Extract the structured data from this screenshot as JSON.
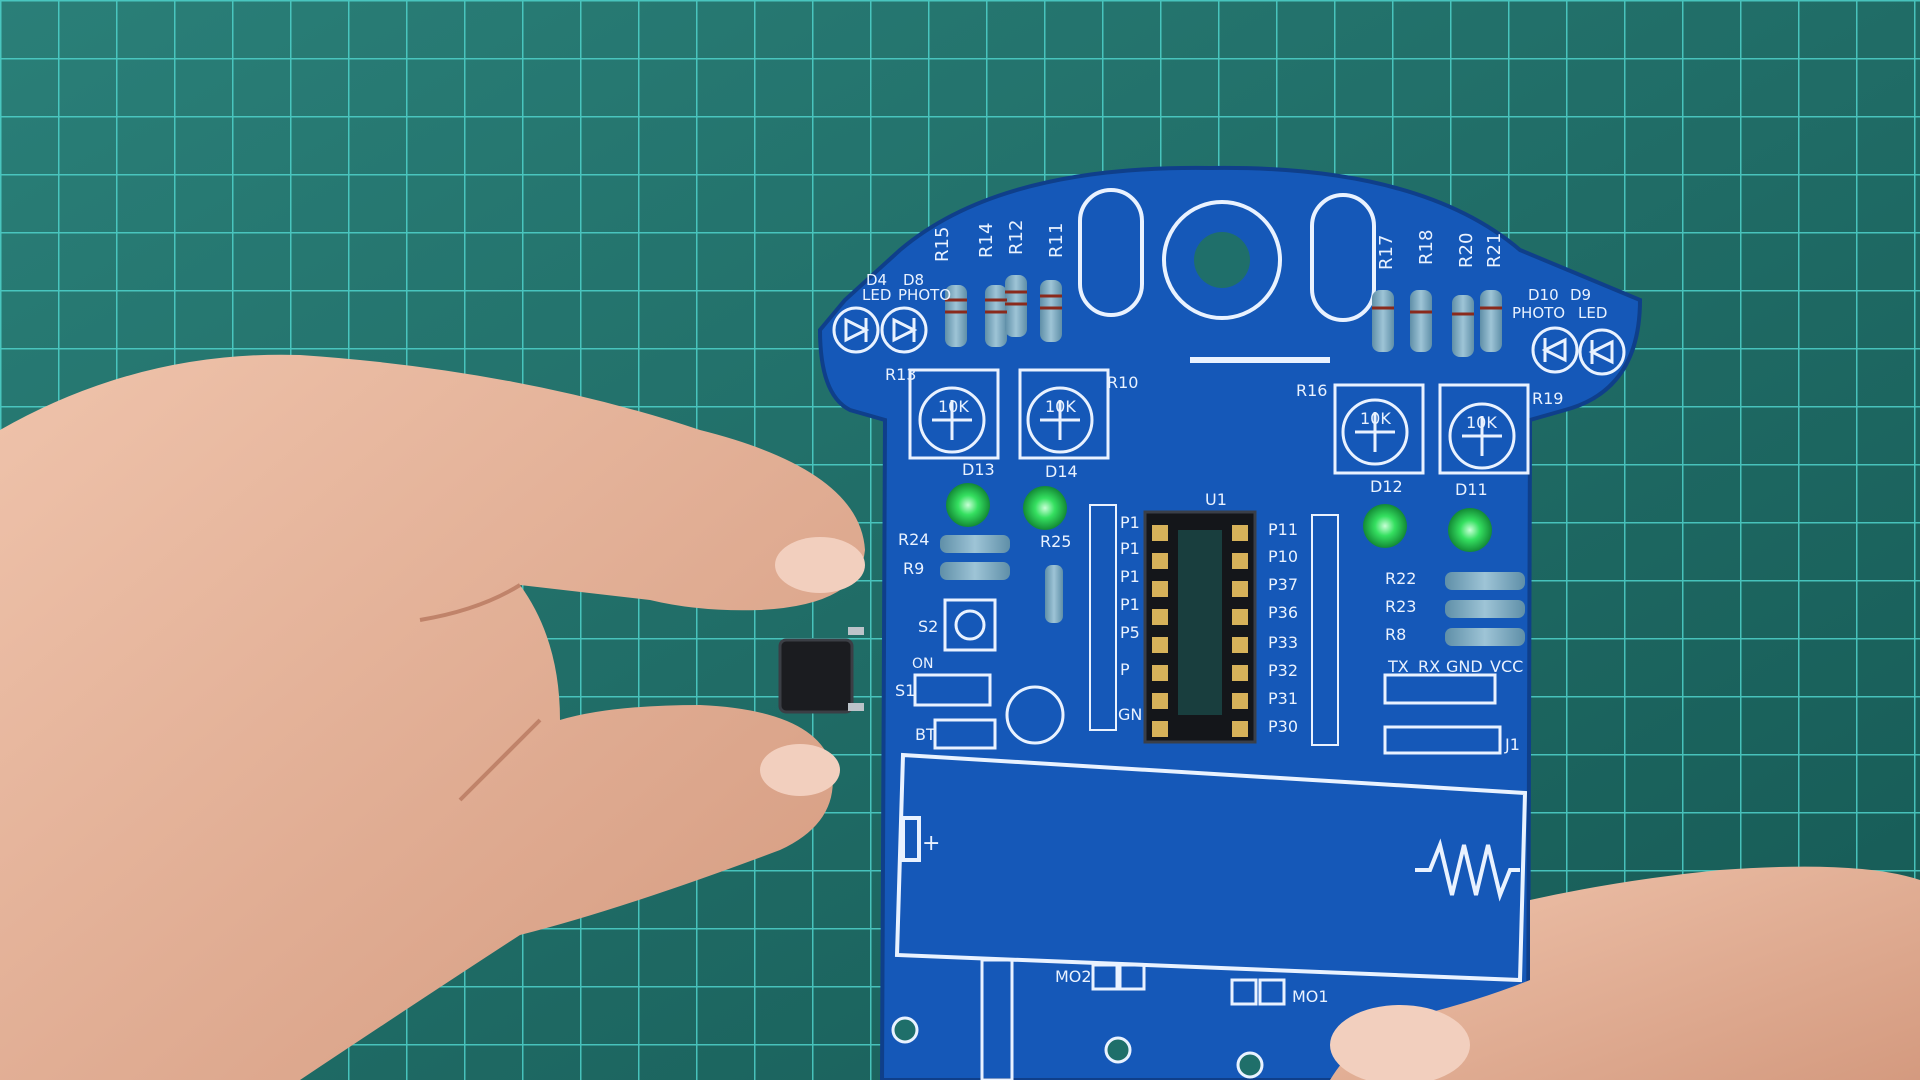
{
  "scene": {
    "subject": "robot car PCB kit with tactile push button",
    "colors": {
      "mat": "#1f6f6a",
      "mat_grid": "#4fd3cc",
      "pcb": "#1558b8",
      "pcb_dark": "#0f3f8a",
      "silkscreen": "#e9f2ff",
      "led_green": "#2fdc5a",
      "skin": "#e7b59c"
    }
  },
  "board": {
    "resistors_top_left": [
      "R15",
      "R14",
      "R12",
      "R11"
    ],
    "resistors_top_right": [
      "R17",
      "R18",
      "R20",
      "R21"
    ],
    "left_label_d4": "D4",
    "left_label_d8": "D8",
    "left_label_led": "LED",
    "left_label_photo": "PHOTO",
    "right_label_d10": "D10",
    "right_label_d9": "D9",
    "right_label_photo": "PHOTO",
    "right_label_led": "LED",
    "pot_value": "10K",
    "pot_labels": [
      "R13",
      "R10",
      "R16",
      "R19"
    ],
    "led_labels": [
      "D13",
      "D14",
      "D12",
      "D11"
    ],
    "ic_label": "U1",
    "left_resistors": [
      "R24",
      "R9"
    ],
    "r25_label": "R25",
    "right_resistors": [
      "R22",
      "R23",
      "R8"
    ],
    "pin_labels_right": [
      "P11",
      "P10",
      "P37",
      "P36",
      "P33",
      "P32",
      "P31",
      "P30"
    ],
    "pin_labels_left": [
      "P1",
      "P1",
      "P1",
      "P1",
      "P5",
      "P",
      "GN"
    ],
    "switch_s2": "S2",
    "switch_on": "ON",
    "switch_s1": "S1",
    "bt_label": "BT",
    "header_labels": [
      "TX",
      "RX",
      "GND",
      "VCC"
    ],
    "header_label_j": "J1",
    "battery_plus": "+",
    "motor_left": "MO2",
    "motor_right": "MO1"
  }
}
